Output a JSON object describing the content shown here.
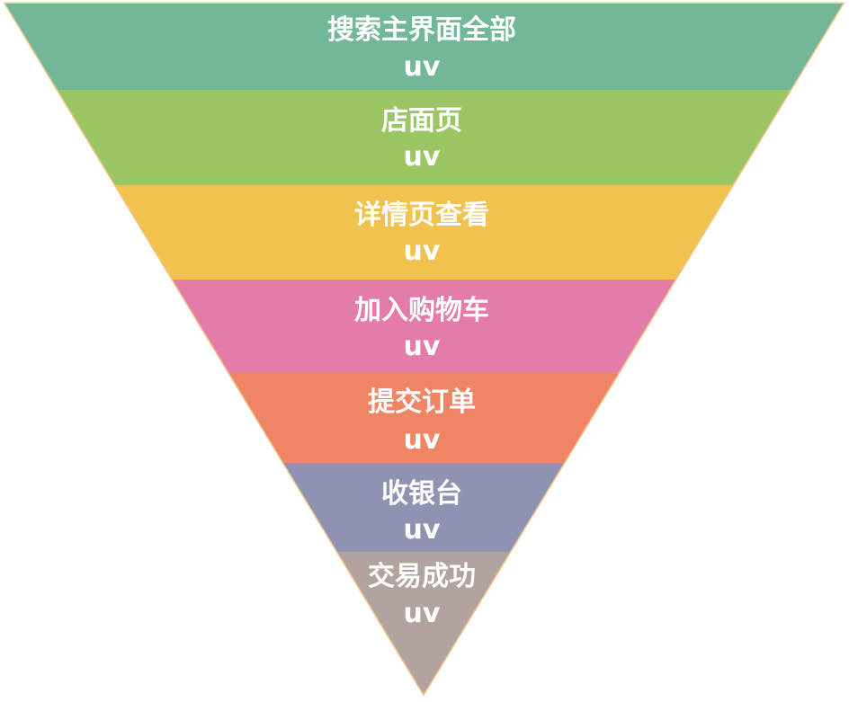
{
  "funnel": {
    "outline_color": "#f3c48c",
    "stages": [
      {
        "label": "搜索主界面全部",
        "metric": "uv",
        "color": "#73b799"
      },
      {
        "label": "店面页",
        "metric": "uv",
        "color": "#9cc663"
      },
      {
        "label": "详情页查看",
        "metric": "uv",
        "color": "#f1c34e"
      },
      {
        "label": "加入购物车",
        "metric": "uv",
        "color": "#e37ca9"
      },
      {
        "label": "提交订单",
        "metric": "uv",
        "color": "#ef8565"
      },
      {
        "label": "收银台",
        "metric": "uv",
        "color": "#8e93b1"
      },
      {
        "label": "交易成功",
        "metric": "uv",
        "color": "#b1a49f"
      }
    ]
  }
}
